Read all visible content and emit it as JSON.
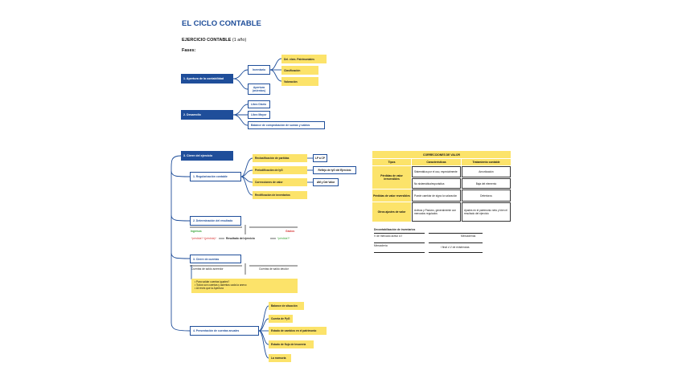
{
  "title": "EL CICLO CONTABLE",
  "exercise_label": "EJERCICIO CONTABLE",
  "exercise_period": "(1 año)",
  "phases_label": "Fases:",
  "phase1": {
    "label": "1. Apertura de la contabilidad",
    "inventario": "Inventario",
    "apertura": "Apertura (asientos)",
    "items": [
      "Del. elem. Patrimoniales",
      "Clasificación",
      "Valoración"
    ]
  },
  "phase2": {
    "label": "2. Desarrollo",
    "items": [
      "Libro Diario",
      "Libro Mayor",
      "Balance de comprobación de sumas y saldos"
    ]
  },
  "phase3": {
    "label": "3. Cierre del ejercicio",
    "regularizacion": {
      "label": "1. Regularización contable",
      "items": [
        "Reclasificación de partidas",
        "Periodificación de IyG",
        "Correcciones de valor",
        "Rectificación de inventarios"
      ],
      "targets": [
        "LP a CP",
        "Reflejo de IyG del Ejercicio",
        "AM y Det Valor"
      ]
    },
    "resultado": {
      "label": "2. Determinación del resultado",
      "ingresos": "Ingresos",
      "gastos": "Gastos",
      "left_value": "*pérdida? *(pérdida)*",
      "center": "Resultado del ejercicio",
      "right_value": "*pérdida?*"
    },
    "cierre_cuentas": {
      "label": "3. Cierre de cuentas",
      "left": "Cuentas de saldo acreedor",
      "right": "Cuentas de saldo deudor",
      "notes": [
        "Para saldar cuentas iguales?",
        "Todos son cuentas y asientos cada la anexo",
        "Al revés que la Apertura"
      ]
    },
    "presentacion": {
      "label": "4. Presentación de cuentas anuales",
      "items": [
        "Balance de situación",
        "Cuenta de PyG",
        "Estado de cambios en el patrimonio",
        "Estado de flujo de tesorería",
        "La memoria"
      ]
    }
  },
  "corrections_table": {
    "title": "CORRECCIONES DE VALOR",
    "headers": [
      "Tipos",
      "Características",
      "Tratamiento contable"
    ],
    "rows": [
      {
        "type": "Pérdidas de valor irreversibles",
        "char": [
          "Sistemática por el uso, especialmente",
          "No sistemática/esporádica"
        ],
        "treat": [
          "Amortización",
          "Baja del elemento"
        ]
      },
      {
        "type": "Pérdidas de valor reversibles",
        "char": [
          "Puede cambiar de signo la valoración"
        ],
        "treat": [
          "Deterioros"
        ]
      },
      {
        "type": "Otros ajustes de valor",
        "char": [
          "Activos y Pasivos, generalmente con mercados regulados"
        ],
        "treat": [
          "Ajustes en el patrimonio neto y bien el resultado del ejercicio"
        ]
      }
    ]
  },
  "decontab": {
    "title": "Decontabilización de inventarios",
    "row1_left": "V de mercado activo d.f",
    "row1_right": "Mercaderías",
    "row2_left": "Mercadería",
    "row2_right": "I final o V de existencias"
  }
}
